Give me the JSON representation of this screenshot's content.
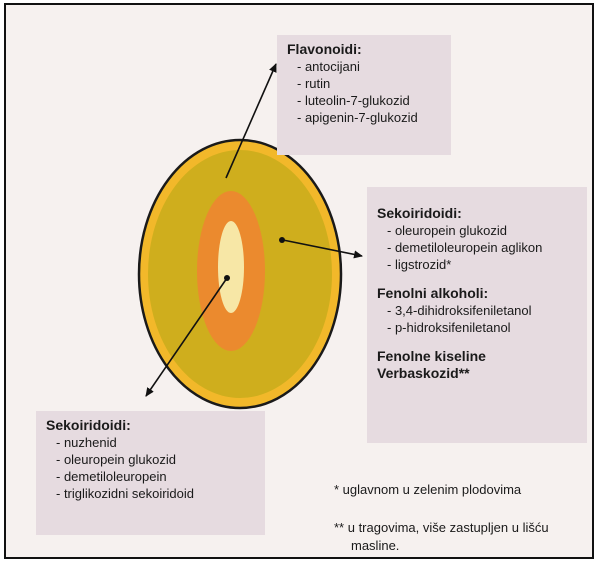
{
  "colors": {
    "outer_ring": "#f2b82a",
    "outer_fill": "#cfae1d",
    "middle_layer": "#eb8a2e",
    "inner_core": "#f7e7a6",
    "box_bg": "#e6dbe0",
    "background": "#f6f1ef"
  },
  "flavonoidi": {
    "title": "Flavonoidi:",
    "items": [
      "- antocijani",
      "- rutin",
      "- luteolin-7-glukozid",
      "- apigenin-7-glukozid"
    ]
  },
  "right_box": {
    "sekoiridoidi_title": "Sekoiridoidi:",
    "sekoiridoidi_items": [
      "- oleuropein glukozid",
      "- demetiloleuropein aglikon",
      "- ligstrozid*"
    ],
    "fenolni_alkoholi_title": "Fenolni alkoholi:",
    "fenolni_alkoholi_items": [
      "- 3,4-dihidroksifeniletanol",
      "- p-hidroksifeniletanol"
    ],
    "fenolne_kiseline": "Fenolne kiseline",
    "verbaskozid": "Verbaskozid**"
  },
  "bottom_box": {
    "title": "Sekoiridoidi:",
    "items": [
      "- nuzhenid",
      "- oleuropein glukozid",
      "- demetiloleuropein",
      "- triglikozidni sekoiridoid"
    ]
  },
  "notes": {
    "note1": "* uglavnom u zelenim plodovima",
    "note2_line1": "** u tragovima, više zastupljen u lišću",
    "note2_line2": "masline."
  }
}
